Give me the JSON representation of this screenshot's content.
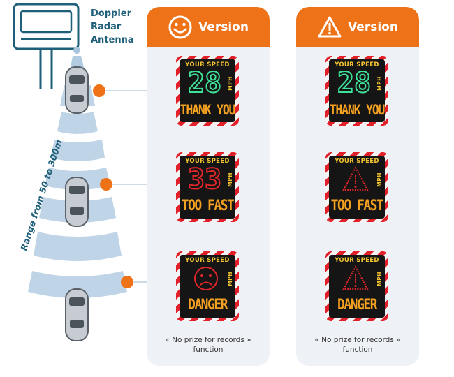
{
  "antenna": {
    "label_line1": "Doppler",
    "label_line2": "Radar",
    "label_line3": "Antenna"
  },
  "range_label": "Range from 50 to 300m",
  "colors": {
    "orange": "#ee7318",
    "teal": "#1f5f7a",
    "beam": "#a9c6dd",
    "green_digits": "#3ee39a",
    "red_digits": "#e3262a",
    "amber": "#f4a020"
  },
  "columns": [
    {
      "header": {
        "icon": "smiley-icon",
        "title": "Version"
      },
      "signs": [
        {
          "top_label": "YOUR SPEED",
          "digits": "28",
          "digit_color": "green",
          "unit": "MPH",
          "message": "THANK YOU"
        },
        {
          "top_label": "YOUR SPEED",
          "digits": "33",
          "digit_color": "red",
          "unit": "MPH",
          "message": "TOO FAST"
        },
        {
          "top_label": "YOUR SPEED",
          "symbol": "sad-face-icon",
          "unit": "MPH",
          "message": "DANGER"
        }
      ],
      "footnote_line1": "« No prize for records »",
      "footnote_line2": "function"
    },
    {
      "header": {
        "icon": "warning-triangle-icon",
        "title": "Version"
      },
      "signs": [
        {
          "top_label": "YOUR SPEED",
          "digits": "28",
          "digit_color": "green",
          "unit": "MPH",
          "message": "THANK YOU"
        },
        {
          "top_label": "YOUR SPEED",
          "symbol": "warning-triangle-icon",
          "unit": "MPH",
          "message": "TOO FAST"
        },
        {
          "top_label": "YOUR SPEED",
          "symbol": "warning-triangle-icon",
          "unit": "MPH",
          "message": "DANGER"
        }
      ],
      "footnote_line1": "« No prize for records »",
      "footnote_line2": "function"
    }
  ]
}
